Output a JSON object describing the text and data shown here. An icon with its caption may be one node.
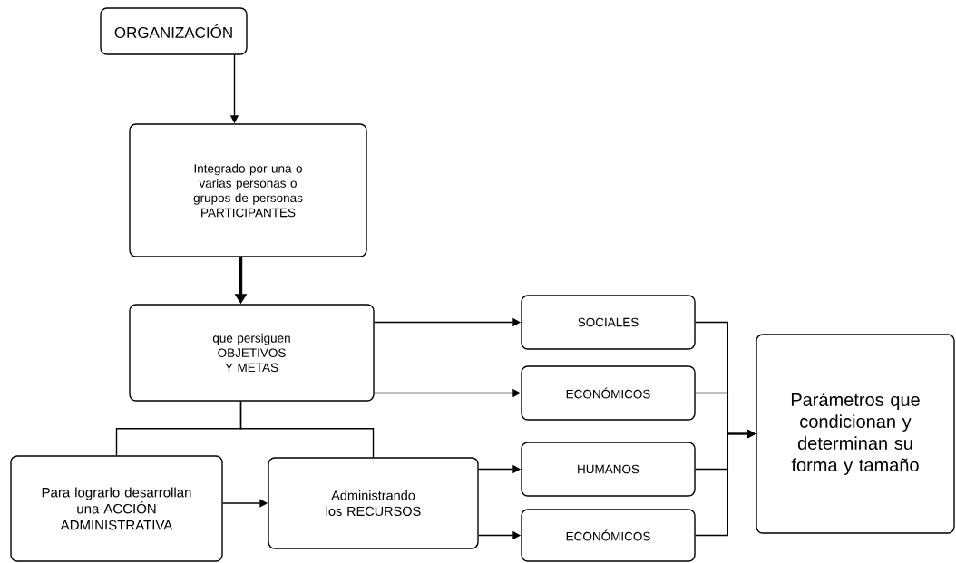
{
  "diagram": {
    "nodes": [
      {
        "text": [
          "ORGANIZACIÓN"
        ]
      },
      {
        "text": [
          "Integrado por una o varias personas o grupos de personas PARTICIPANTES"
        ]
      },
      {
        "text": [
          "que persiguen OBJETIVOS Y METAS"
        ]
      },
      {
        "text": [
          "SOCIALES"
        ]
      },
      {
        "text": [
          "ECONÓMICOS"
        ]
      },
      {
        "text": [
          "Para lograrlo desarrollan una ACCIÓN ADMINISTRATIVA"
        ]
      },
      {
        "text": [
          "Administrando los RECURSOS"
        ]
      },
      {
        "text": [
          "HUMANOS"
        ]
      },
      {
        "text": [
          "ECONÓMICOS"
        ]
      },
      {
        "text": [
          "Parámetros que condicionan y determinan su forma y tamaño"
        ]
      }
    ],
    "edges": [
      {
        "from": 0,
        "to": 1,
        "arrow": "to"
      },
      {
        "from": 1,
        "to": 2,
        "arrow": "to",
        "style": "thick"
      },
      {
        "from": 2,
        "to": 3,
        "arrow": "to"
      },
      {
        "from": 2,
        "to": 4,
        "arrow": "to"
      },
      {
        "from": 2,
        "to": 5,
        "arrow": "none"
      },
      {
        "from": 2,
        "to": 6,
        "arrow": "none"
      },
      {
        "from": 5,
        "to": 6,
        "arrow": "to"
      },
      {
        "from": 6,
        "to": 7,
        "arrow": "to"
      },
      {
        "from": 6,
        "to": 8,
        "arrow": "to"
      },
      {
        "from": 3,
        "to": 9,
        "arrow": "to"
      },
      {
        "from": 4,
        "to": 9,
        "arrow": "to"
      },
      {
        "from": 7,
        "to": 9,
        "arrow": "to"
      },
      {
        "from": 8,
        "to": 9,
        "arrow": "to"
      }
    ]
  }
}
